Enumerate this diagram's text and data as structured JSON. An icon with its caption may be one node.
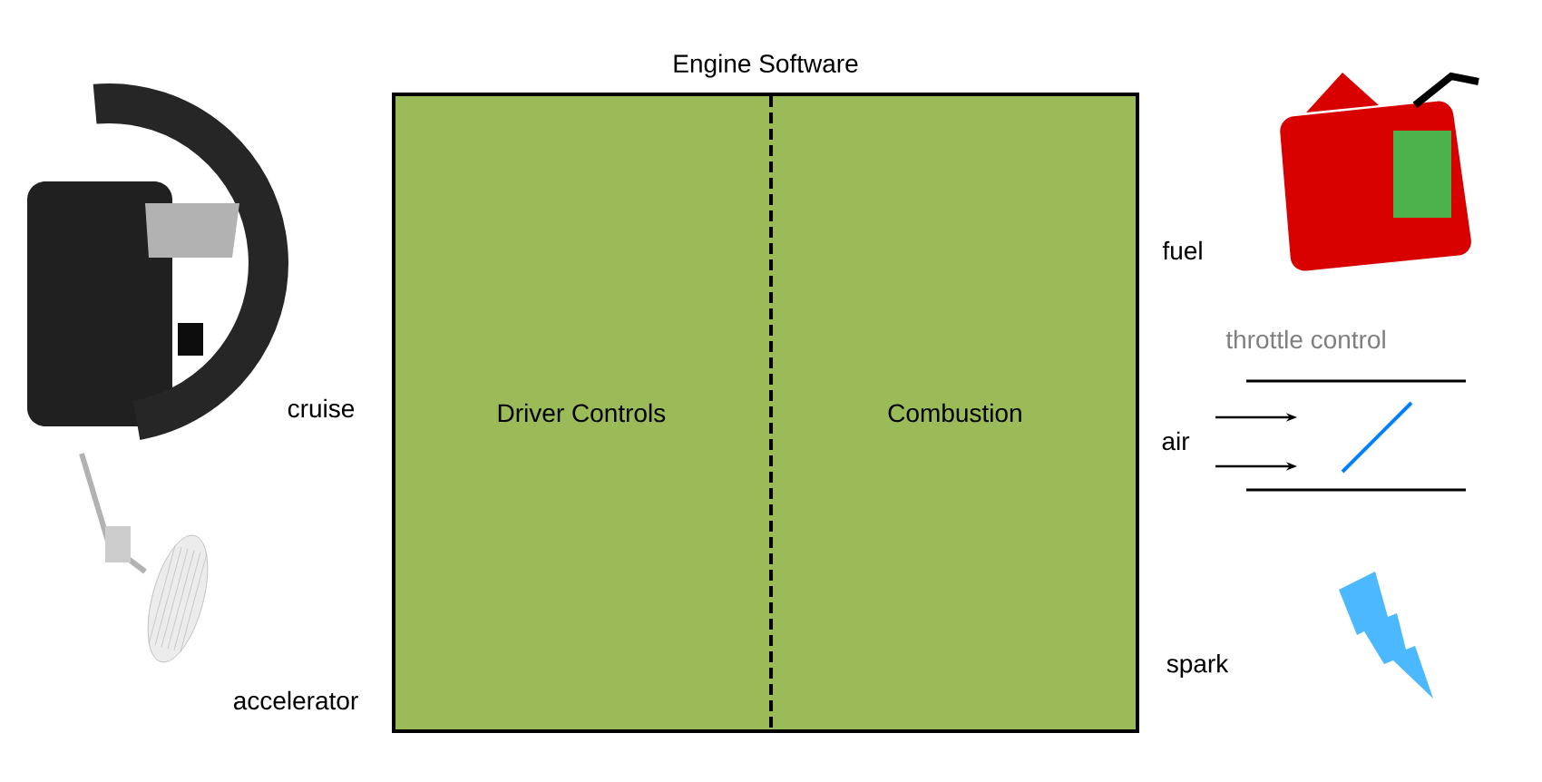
{
  "diagram": {
    "nodes": [
      {
        "text": [
          "Engine Software"
        ]
      },
      {
        "text": [
          "Driver Controls"
        ],
        "in": 0
      },
      {
        "text": [
          "Combustion"
        ],
        "in": 0
      }
    ],
    "labels": [
      "cruise",
      "accelerator",
      "fuel",
      "throttle control",
      "air",
      "spark"
    ]
  }
}
